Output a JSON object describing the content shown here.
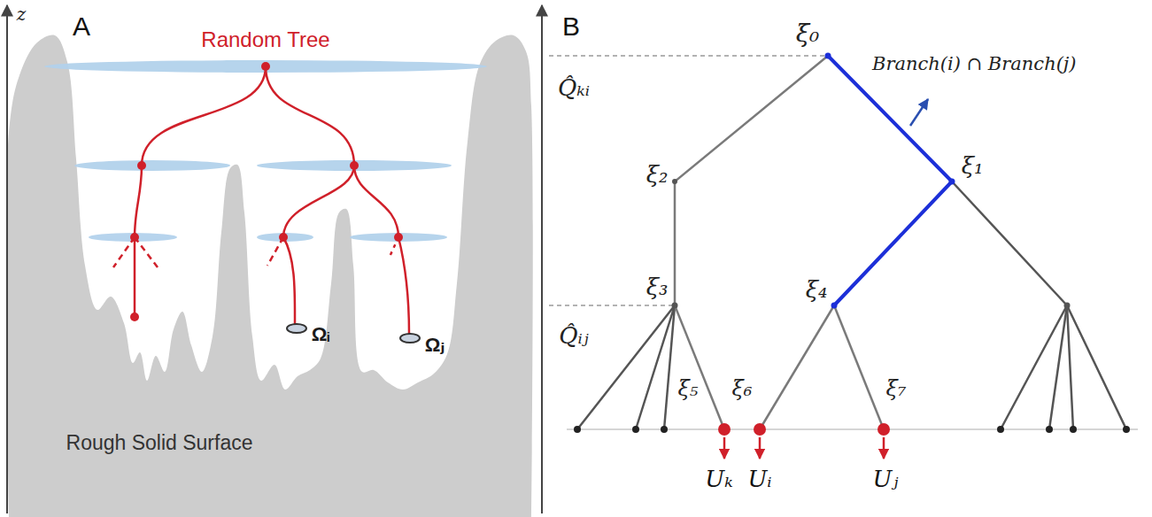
{
  "diagram": {
    "labels": [
      "A",
      "Random Tree",
      "Ωᵢ",
      "Ωⱼ",
      "Rough Solid Surface",
      "z",
      "B",
      "ξ₀",
      "Branch(i) ∩ Branch(j)",
      "Q̂ₖᵢ",
      "ξ₂",
      "ξ₁",
      "ξ₃",
      "ξ₄",
      "Q̂ᵢⱼ",
      "ξ₅",
      "ξ₆",
      "ξ₇",
      "Uₖ",
      "Uᵢ",
      "Uⱼ"
    ]
  }
}
